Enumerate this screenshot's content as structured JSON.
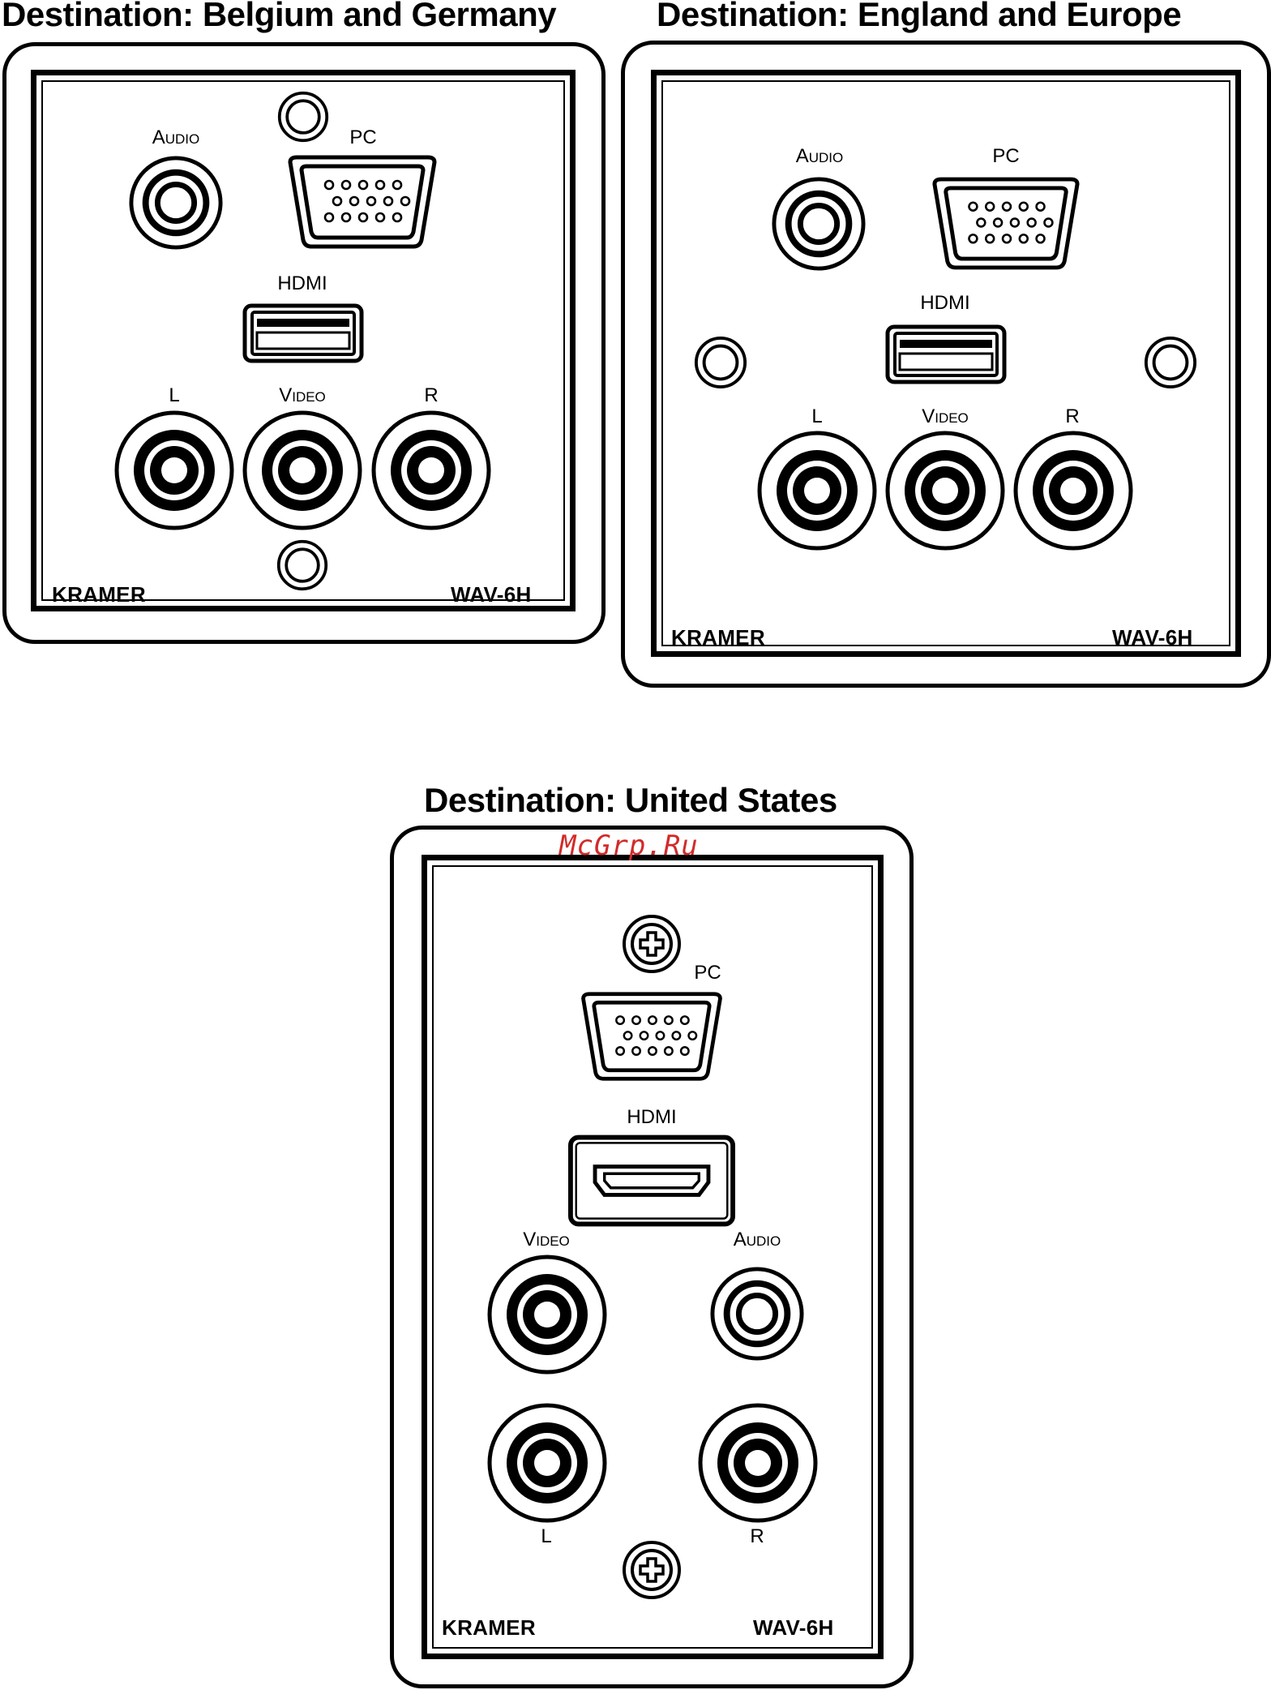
{
  "titles": {
    "belgium_germany": "Destination: Belgium and Germany",
    "england_europe": "Destination: England and Europe",
    "united_states": "Destination: United States"
  },
  "watermark": "McGrp.Ru",
  "labels": {
    "audio": "Audio",
    "pc": "PC",
    "hdmi": "HDMI",
    "left": "L",
    "video": "Video",
    "right": "R",
    "brand": "KRAMER",
    "model": "WAV-6H"
  },
  "icons": {
    "rca_jack": "rca-jack-icon",
    "audio_jack": "audio-jack-icon",
    "vga_port": "vga-port-icon",
    "hdmi_usb_port": "hdmi-usb-style-port-icon",
    "hdmi_port": "hdmi-port-icon",
    "mounting_hole": "mounting-hole-icon",
    "screw": "phillips-screw-icon"
  },
  "colors": {
    "line": "#000000",
    "background": "#ffffff",
    "watermark": "#d22a2a"
  }
}
